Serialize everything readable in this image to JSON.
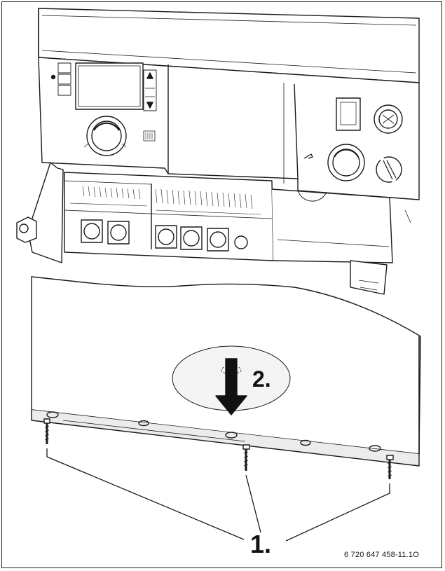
{
  "figure": {
    "steps": [
      {
        "id": "step-1",
        "label": "1."
      },
      {
        "id": "step-2",
        "label": "2."
      }
    ],
    "figure_code": "6 720 647 458-11.1O",
    "colors": {
      "line": "#1a1a1a",
      "panel_fill": "#ffffff",
      "panel_shade": "#ececec",
      "arrow": "#111111",
      "highlight_ellipse": "#f4f4f4"
    },
    "parts": [
      "control-panel",
      "front-cover",
      "screws",
      "down-arrow"
    ]
  }
}
